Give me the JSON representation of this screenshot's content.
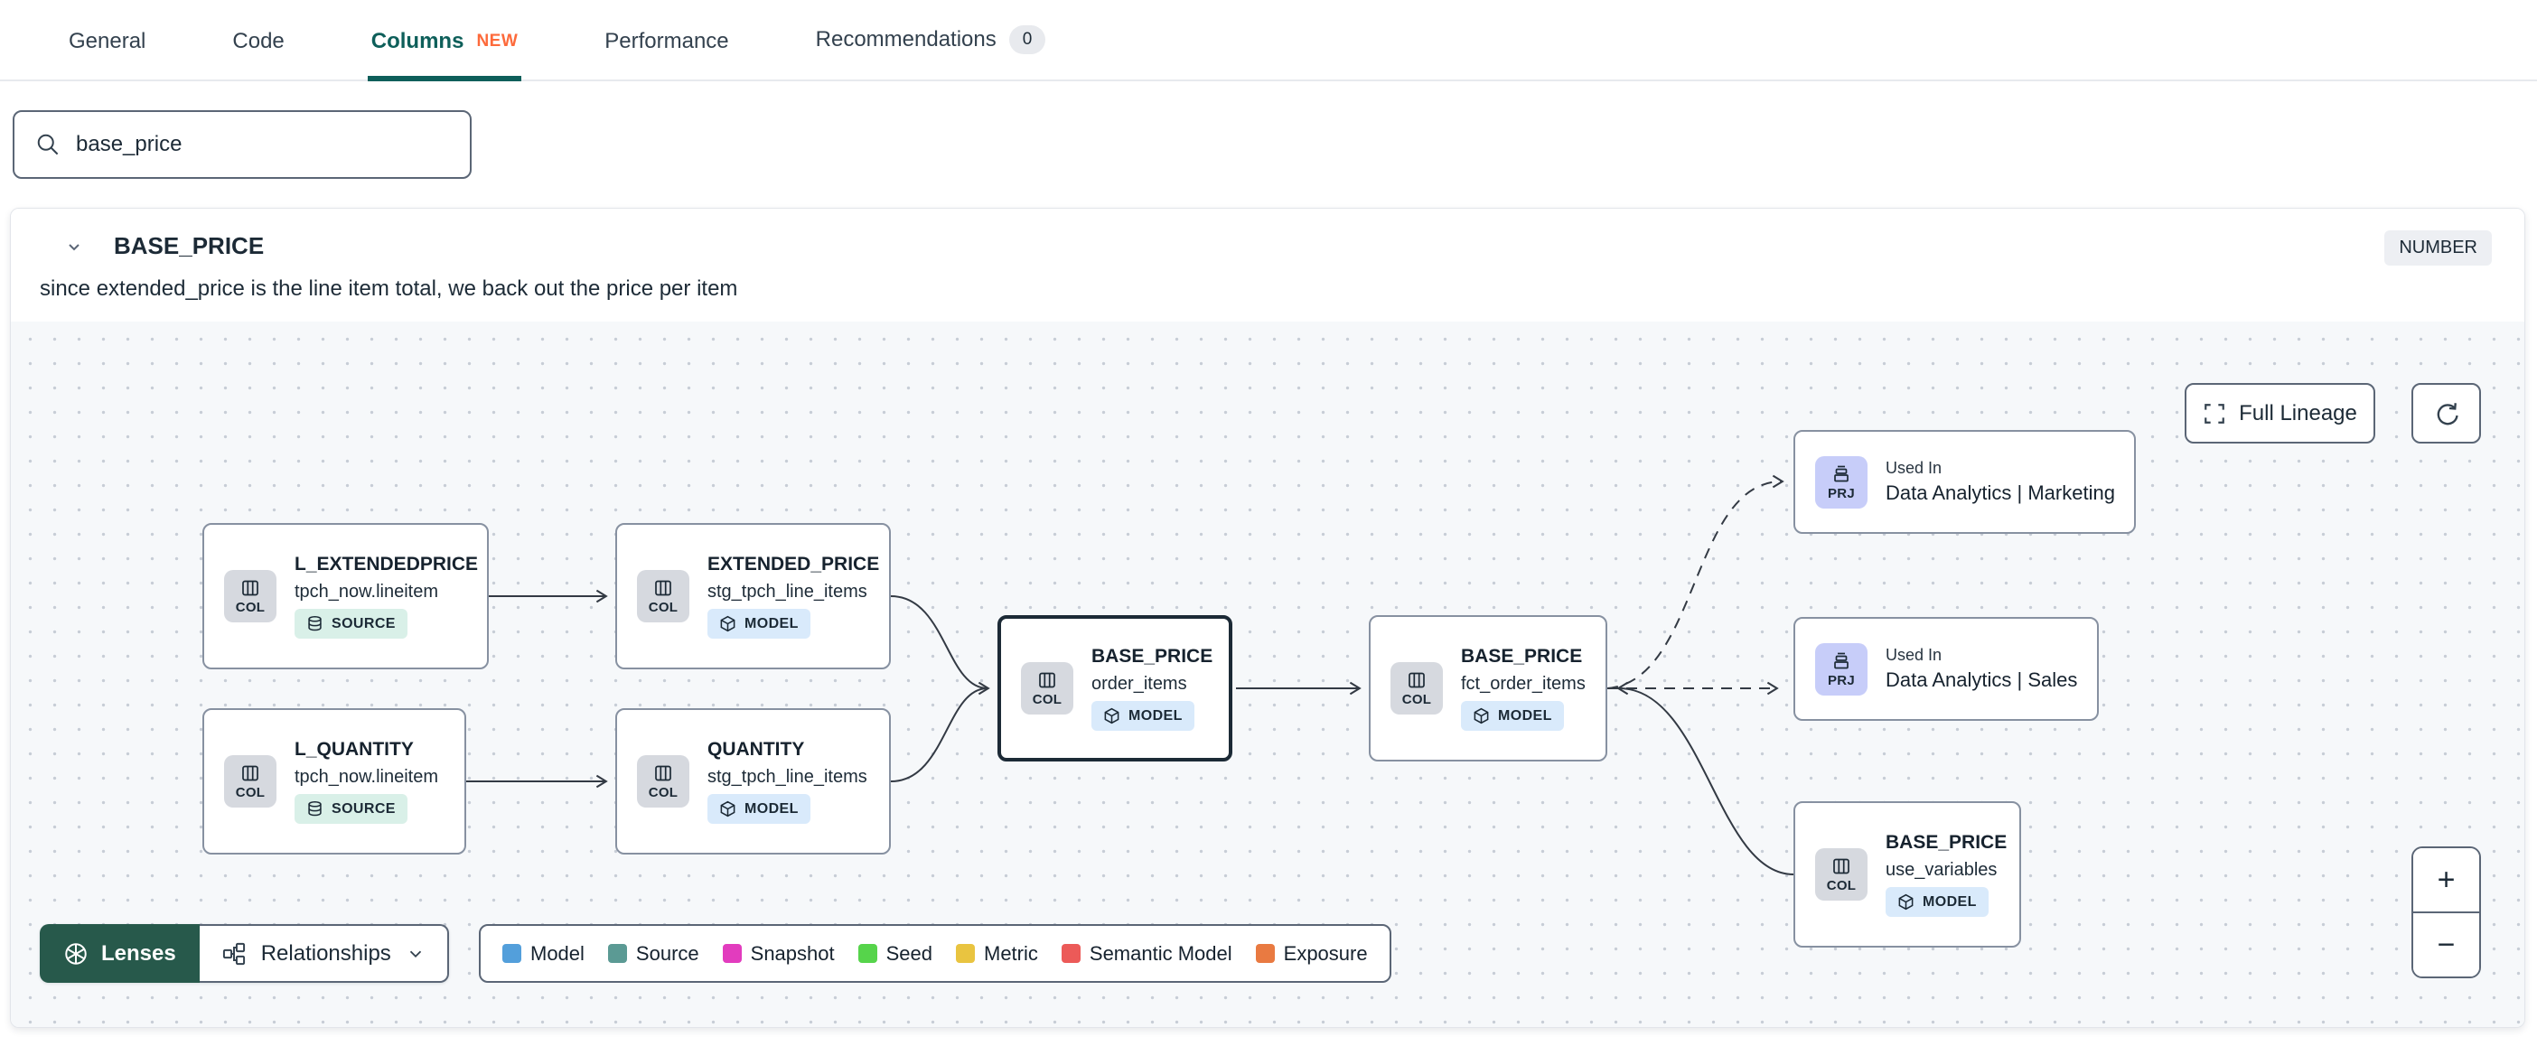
{
  "tabs": {
    "items": [
      {
        "label": "General"
      },
      {
        "label": "Code"
      },
      {
        "label": "Columns",
        "badge": "NEW"
      },
      {
        "label": "Performance"
      },
      {
        "label": "Recommendations",
        "count": "0"
      }
    ]
  },
  "search": {
    "value": "base_price"
  },
  "column_panel": {
    "name": "BASE_PRICE",
    "type_badge": "NUMBER",
    "description": "since extended_price is the line item total, we back out the price per item"
  },
  "lineage": {
    "controls": {
      "full_lineage": "Full Lineage",
      "zoom_in": "+",
      "zoom_out": "−"
    },
    "toolbar": {
      "lenses": "Lenses",
      "relationships": "Relationships"
    },
    "badges": {
      "col": "COL",
      "prj": "PRJ"
    },
    "nodes": [
      {
        "title": "L_EXTENDEDPRICE",
        "subtitle": "tpch_now.lineitem",
        "badge": "SOURCE"
      },
      {
        "title": "EXTENDED_PRICE",
        "subtitle": "stg_tpch_line_items",
        "badge": "MODEL"
      },
      {
        "title": "L_QUANTITY",
        "subtitle": "tpch_now.lineitem",
        "badge": "SOURCE"
      },
      {
        "title": "QUANTITY",
        "subtitle": "stg_tpch_line_items",
        "badge": "MODEL"
      },
      {
        "title": "BASE_PRICE",
        "subtitle": "order_items",
        "badge": "MODEL"
      },
      {
        "title": "BASE_PRICE",
        "subtitle": "fct_order_items",
        "badge": "MODEL"
      },
      {
        "label": "Used In",
        "name": "Data Analytics | Marketing"
      },
      {
        "label": "Used In",
        "name": "Data Analytics | Sales"
      },
      {
        "title": "BASE_PRICE",
        "subtitle": "use_variables",
        "badge": "MODEL"
      }
    ],
    "legend": {
      "items": [
        {
          "label": "Model",
          "color": "#539fdb"
        },
        {
          "label": "Source",
          "color": "#5b9a94"
        },
        {
          "label": "Snapshot",
          "color": "#e23cbe"
        },
        {
          "label": "Seed",
          "color": "#56d44b"
        },
        {
          "label": "Metric",
          "color": "#e9c440"
        },
        {
          "label": "Semantic Model",
          "color": "#ec5a58"
        },
        {
          "label": "Exposure",
          "color": "#e97a41"
        }
      ]
    }
  },
  "colors": {
    "accent_teal": "#0e5f5a",
    "lenses_green": "#27594b",
    "new_badge_orange": "#fd6a3b",
    "source_badge_bg": "#d9f0e8",
    "model_badge_bg": "#d9eafb",
    "project_chip_bg": "#c7cdf9"
  }
}
